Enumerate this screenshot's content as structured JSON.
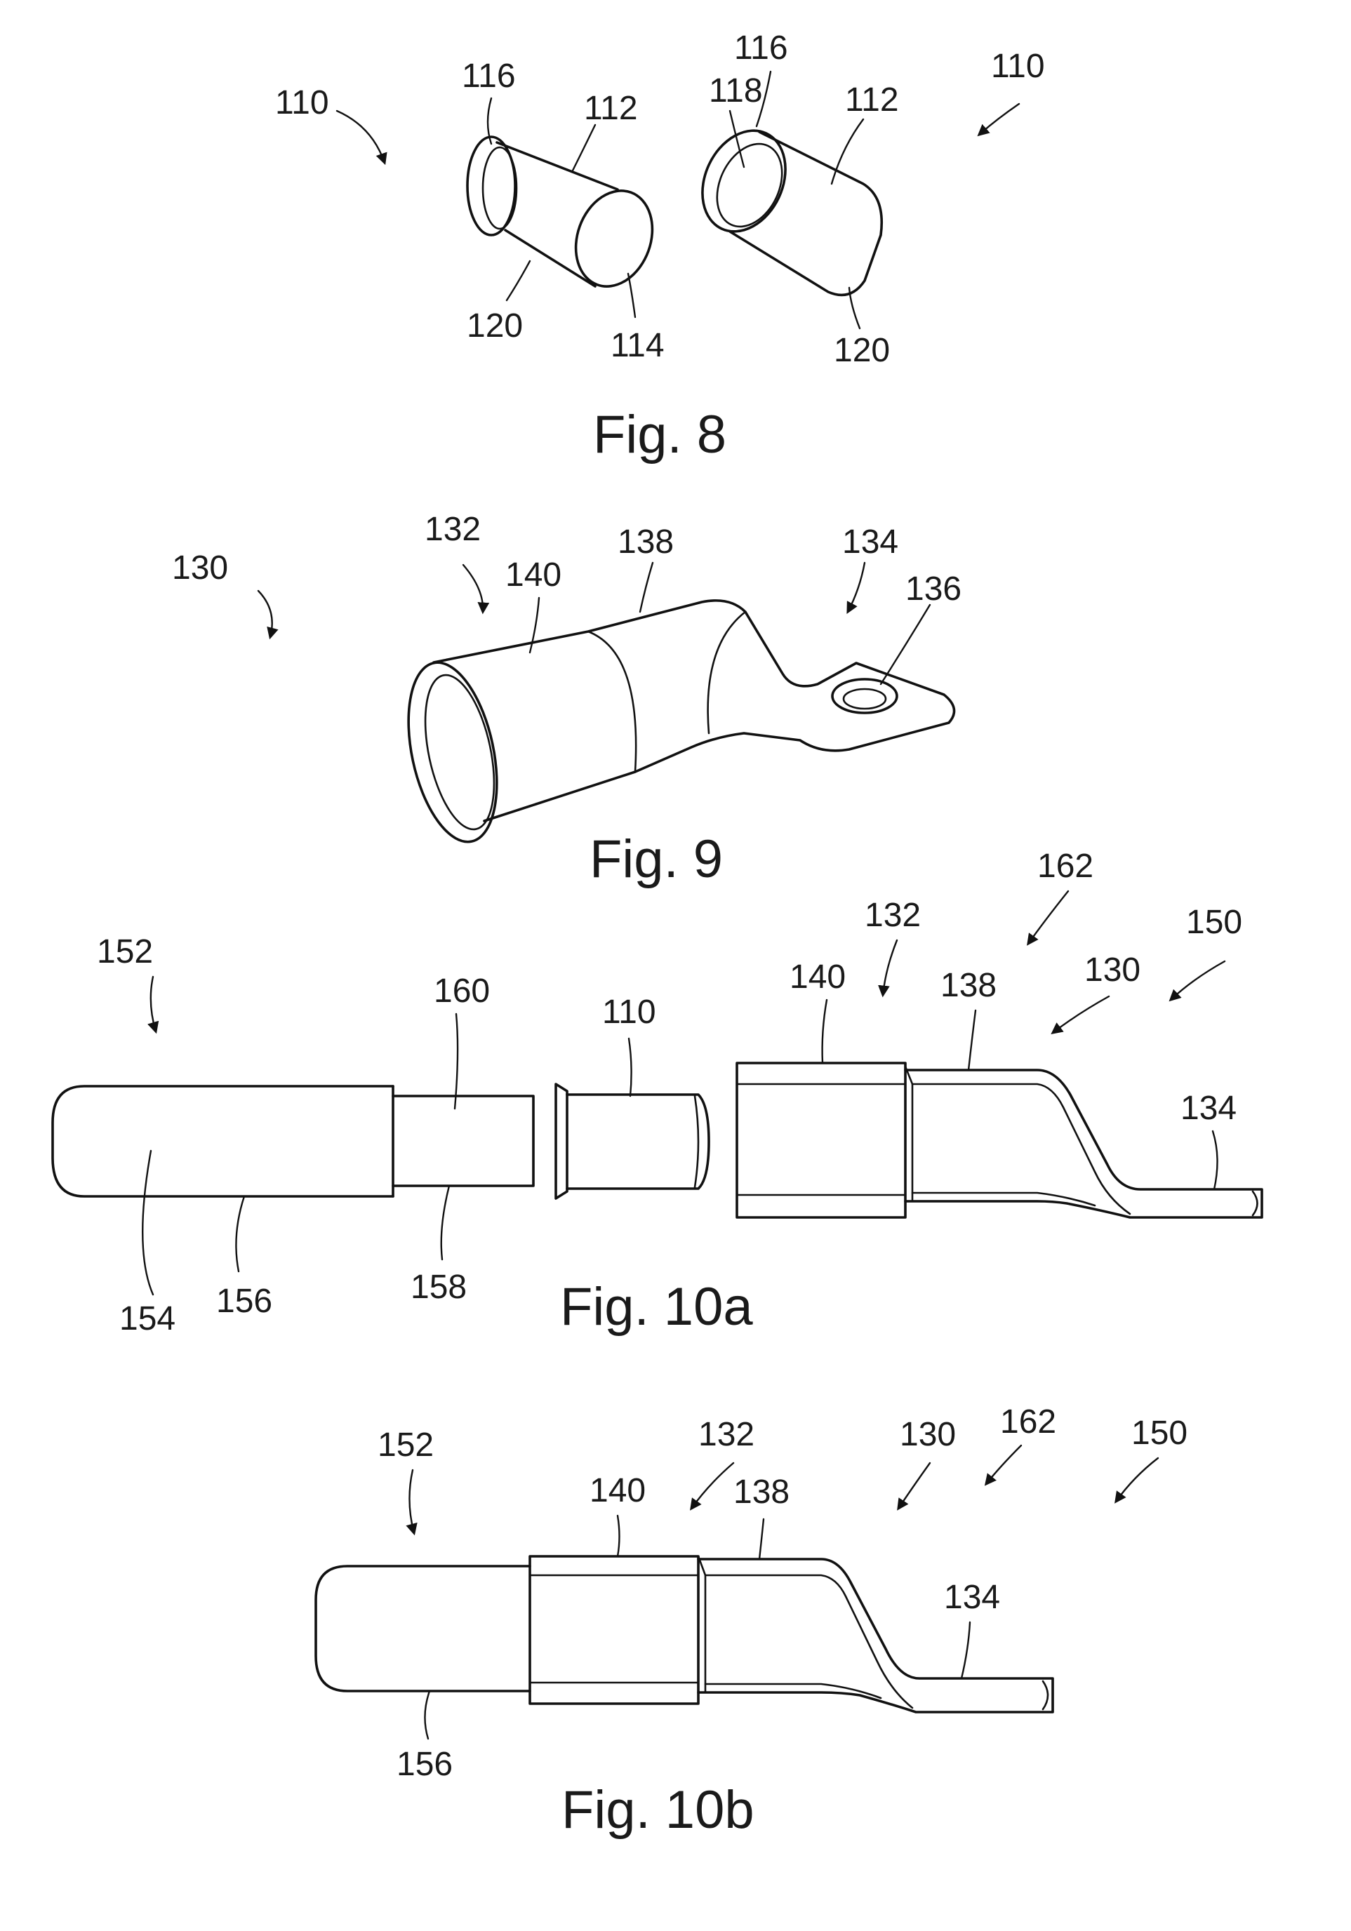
{
  "figures": {
    "fig8": {
      "caption": "Fig. 8",
      "refs": {
        "r110_left": "110",
        "r116_left": "116",
        "r112_left": "112",
        "r120_left": "120",
        "r114": "114",
        "r118": "118",
        "r116_right": "116",
        "r112_right": "112",
        "r110_right": "110",
        "r120_right": "120"
      }
    },
    "fig9": {
      "caption": "Fig. 9",
      "refs": {
        "r130": "130",
        "r132": "132",
        "r140": "140",
        "r138": "138",
        "r134": "134",
        "r136": "136"
      }
    },
    "fig10a": {
      "caption": "Fig. 10a",
      "refs": {
        "r152": "152",
        "r160": "160",
        "r110": "110",
        "r140": "140",
        "r132": "132",
        "r162": "162",
        "r138": "138",
        "r130": "130",
        "r150": "150",
        "r134": "134",
        "r154": "154",
        "r156": "156",
        "r158": "158"
      }
    },
    "fig10b": {
      "caption": "Fig. 10b",
      "refs": {
        "r152": "152",
        "r132": "132",
        "r130": "130",
        "r162": "162",
        "r150": "150",
        "r140": "140",
        "r138": "138",
        "r134": "134",
        "r156": "156"
      }
    }
  }
}
